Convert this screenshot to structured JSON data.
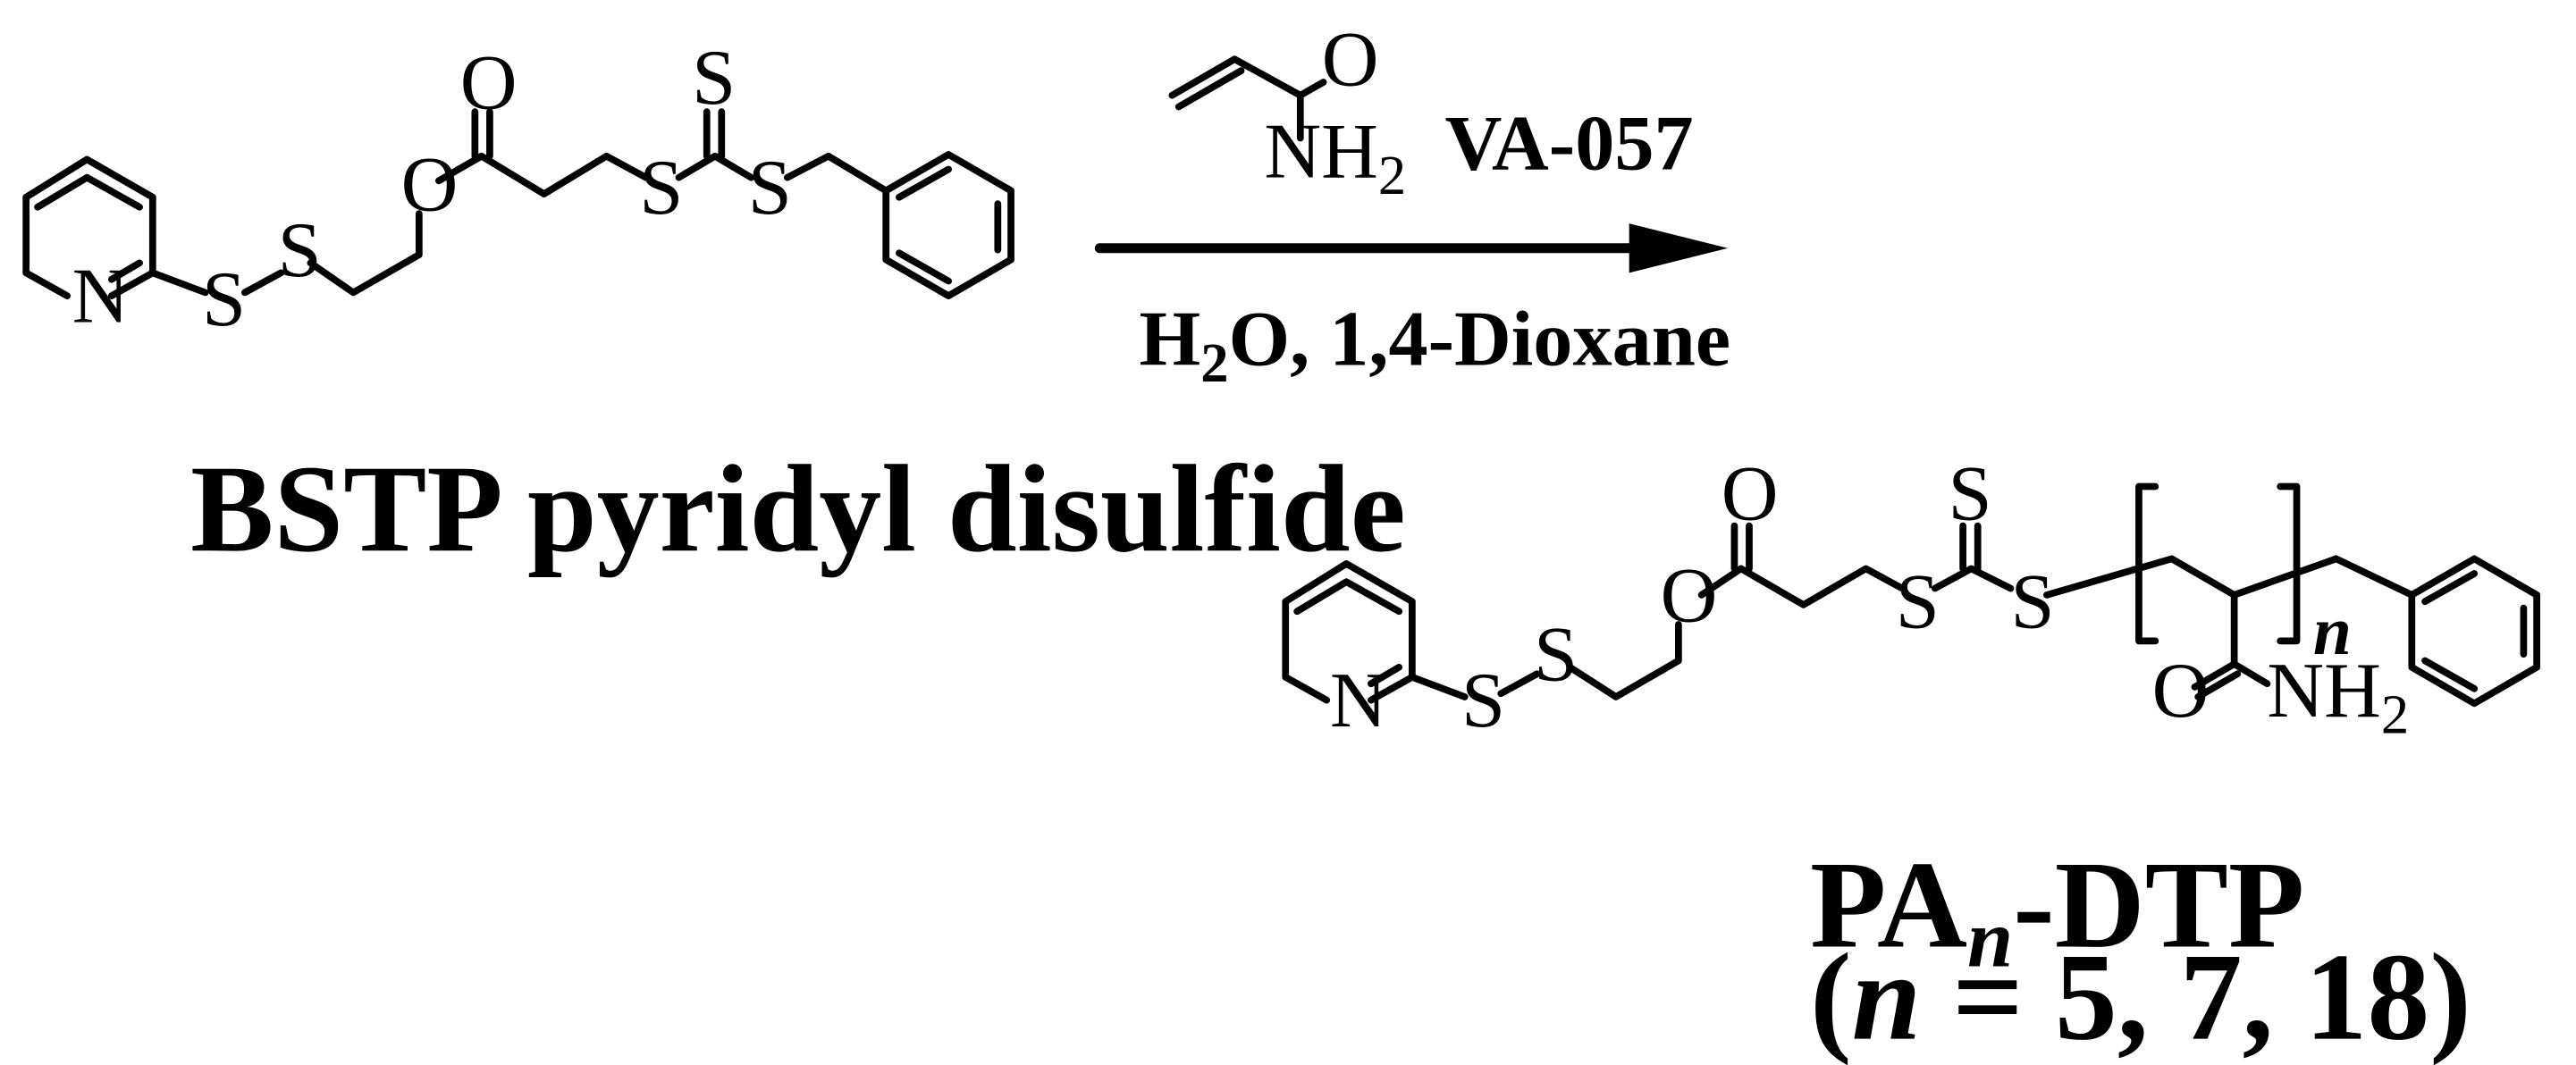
{
  "scheme": {
    "reactant_name": "BSTP pyridyl disulfide",
    "reagent_monomer": "acrylamide",
    "initiator": "VA-057",
    "solvent_h": "H",
    "solvent_sub": "2",
    "solvent_rest": "O, 1,4-Dioxane",
    "product_name_main": "PA",
    "product_name_sub": "n",
    "product_name_tail": "-DTP",
    "product_n_open": "(",
    "product_n_var": "n",
    "product_n_values": " = 5, 7, 18)",
    "repeat_index": "n"
  },
  "atoms": {
    "N": "N",
    "S": "S",
    "O": "O",
    "NH": "NH",
    "sub2": "2"
  },
  "colors": {
    "ink": "#000000",
    "background": "#ffffff"
  }
}
